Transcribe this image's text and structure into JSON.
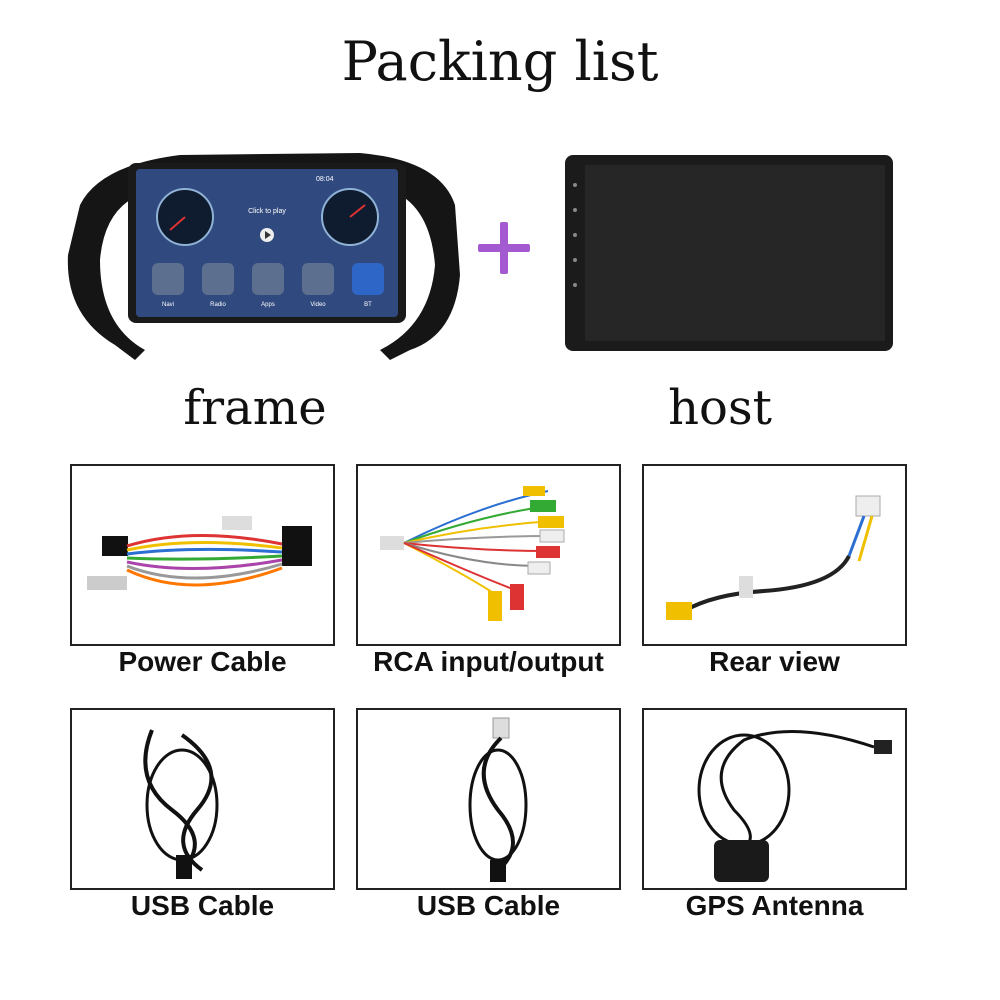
{
  "title": "Packing list",
  "top": {
    "frame_label": "frame",
    "host_label": "host",
    "screen": {
      "clock": "08:04",
      "click_to_play": "Click to play",
      "apps": [
        "Navi",
        "Radio",
        "Apps",
        "Video",
        "BT"
      ]
    }
  },
  "items": [
    {
      "label": "Power Cable"
    },
    {
      "label": "RCA input/output"
    },
    {
      "label": "Rear view"
    },
    {
      "label": "USB Cable"
    },
    {
      "label": "USB Cable"
    },
    {
      "label": "GPS Antenna"
    }
  ],
  "colors": {
    "plus": "#a35ad0",
    "screen_bg": "#2a3f6e",
    "text": "#111111"
  }
}
